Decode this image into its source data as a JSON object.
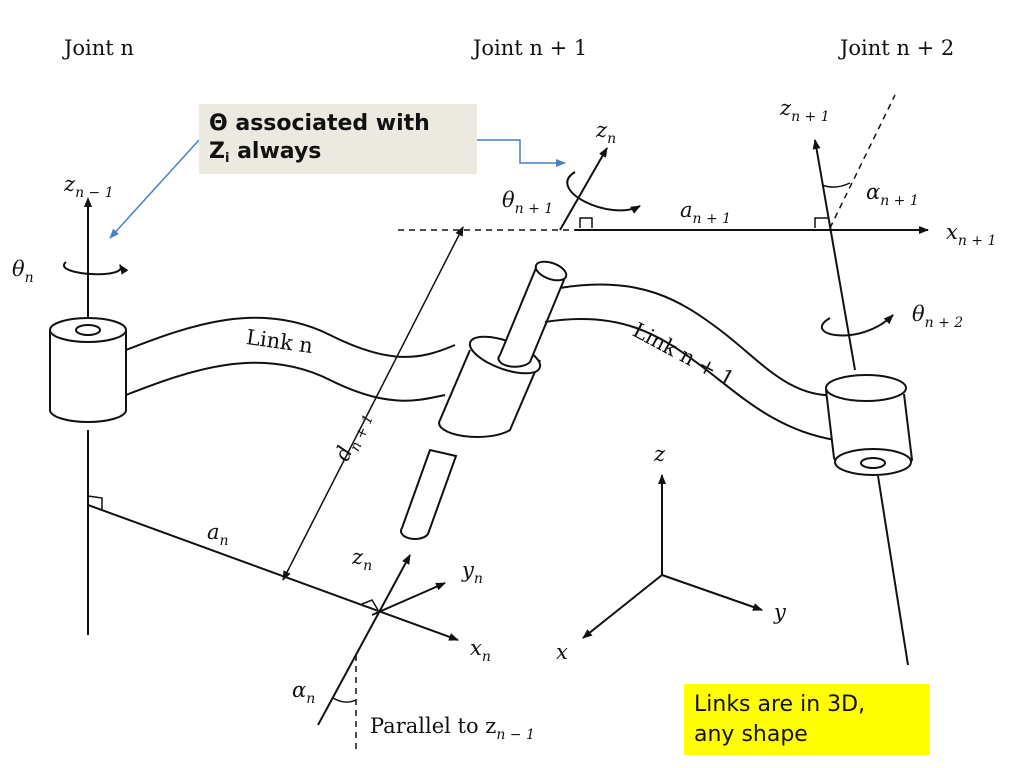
{
  "joints": {
    "joint_n": "Joint n",
    "joint_n1": "Joint n + 1",
    "joint_n2": "Joint n + 2"
  },
  "callout": {
    "symbol": "Θ",
    "line1": " associated with",
    "line2_prefix": "Z",
    "line2_sub": "i",
    "line2_suffix": " always"
  },
  "note": {
    "line1": "Links are in 3D,",
    "line2": "any shape"
  },
  "links": {
    "link_n": "Link n",
    "link_n1": "Link n + 1"
  },
  "parallel_label": "Parallel to z",
  "parallel_sub": "n − 1",
  "symbols": {
    "z": "z",
    "x": "x",
    "y": "y",
    "theta": "θ",
    "alpha": "α",
    "a": "a",
    "d": "d",
    "n": "n",
    "n_minus_1": "n − 1",
    "n_plus_1": "n + 1",
    "n_plus_2": "n + 2"
  },
  "colors": {
    "callout_bg": "#eceae0",
    "note_bg": "#ffff00",
    "arrow": "#4a7fc1",
    "ink": "#111111"
  }
}
